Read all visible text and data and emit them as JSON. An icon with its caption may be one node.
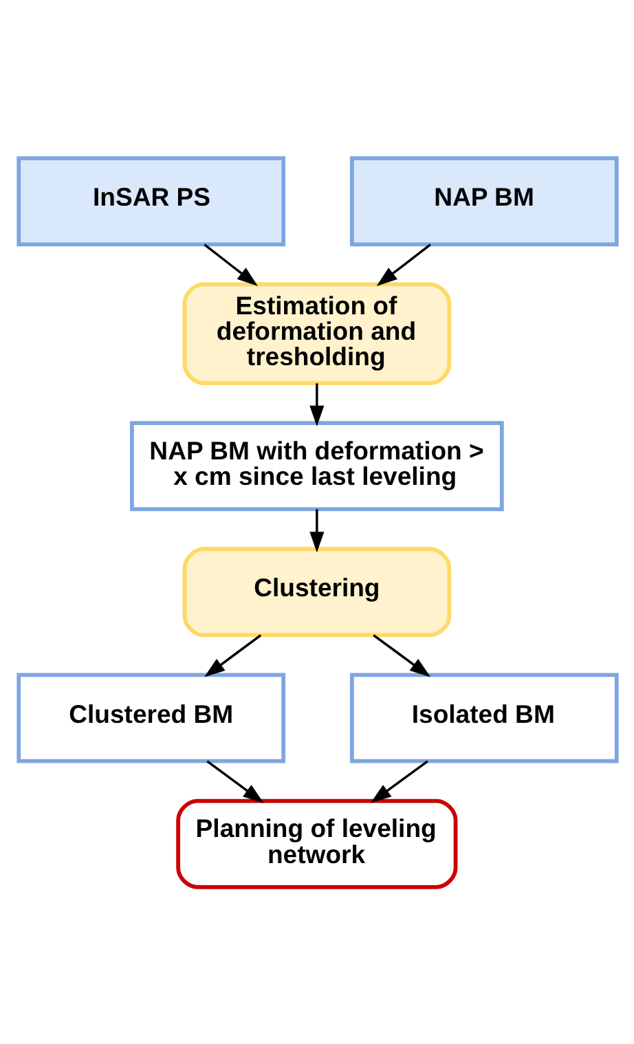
{
  "diagram": {
    "nodes": [
      {
        "text": [
          "InSAR PS"
        ]
      },
      {
        "text": [
          "NAP BM"
        ]
      },
      {
        "text": [
          "Estimation of deformation and tresholding"
        ]
      },
      {
        "text": [
          "NAP BM with deformation > x cm since last leveling"
        ]
      },
      {
        "text": [
          "Clustering"
        ]
      },
      {
        "text": [
          "Clustered BM"
        ]
      },
      {
        "text": [
          "Isolated BM"
        ]
      },
      {
        "text": [
          "Planning of leveling network"
        ]
      }
    ],
    "edges": [
      {
        "from": 0,
        "to": 2,
        "arrow": "to"
      },
      {
        "from": 1,
        "to": 2,
        "arrow": "to"
      },
      {
        "from": 2,
        "to": 3,
        "arrow": "to"
      },
      {
        "from": 3,
        "to": 4,
        "arrow": "to"
      },
      {
        "from": 4,
        "to": 5,
        "arrow": "to"
      },
      {
        "from": 4,
        "to": 6,
        "arrow": "to"
      },
      {
        "from": 5,
        "to": 7,
        "arrow": "to"
      },
      {
        "from": 6,
        "to": 7,
        "arrow": "to"
      }
    ]
  }
}
